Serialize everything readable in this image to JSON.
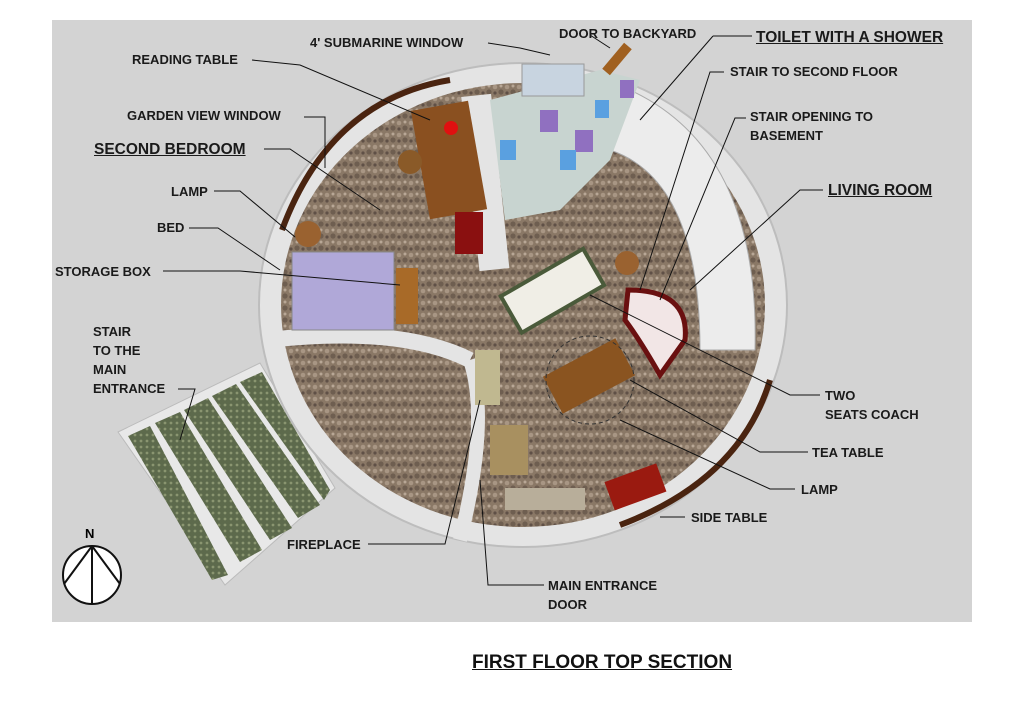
{
  "title": "FIRST FLOOR TOP SECTION",
  "compass": {
    "label": "N"
  },
  "labels": {
    "submarine_window": "4' SUBMARINE WINDOW",
    "door_backyard": "DOOR TO BACKYARD",
    "toilet": "TOILET WITH A SHOWER",
    "reading_table": "READING TABLE",
    "stair_second": "STAIR TO SECOND FLOOR",
    "garden_window": "GARDEN VIEW WINDOW",
    "stair_opening_1": "STAIR OPENING TO",
    "stair_opening_2": "BASEMENT",
    "second_bedroom": "SECOND BEDROOM",
    "living_room": "LIVING ROOM",
    "lamp_left": "LAMP",
    "bed": "BED",
    "storage_box": "STORAGE BOX",
    "stair_main_1": "STAIR",
    "stair_main_2": "TO THE",
    "stair_main_3": "MAIN",
    "stair_main_4": "ENTRANCE",
    "coach_1": "TWO",
    "coach_2": "SEATS COACH",
    "tea_table": "TEA TABLE",
    "lamp_right": "LAMP",
    "side_table": "SIDE TABLE",
    "fireplace": "FIREPLACE",
    "main_door_1": "MAIN ENTRANCE",
    "main_door_2": "DOOR"
  },
  "colors": {
    "panel": "#d3d3d3",
    "wall": "#e6e6e6",
    "floor": "#8c7a68",
    "wood": "#5a2d12"
  }
}
